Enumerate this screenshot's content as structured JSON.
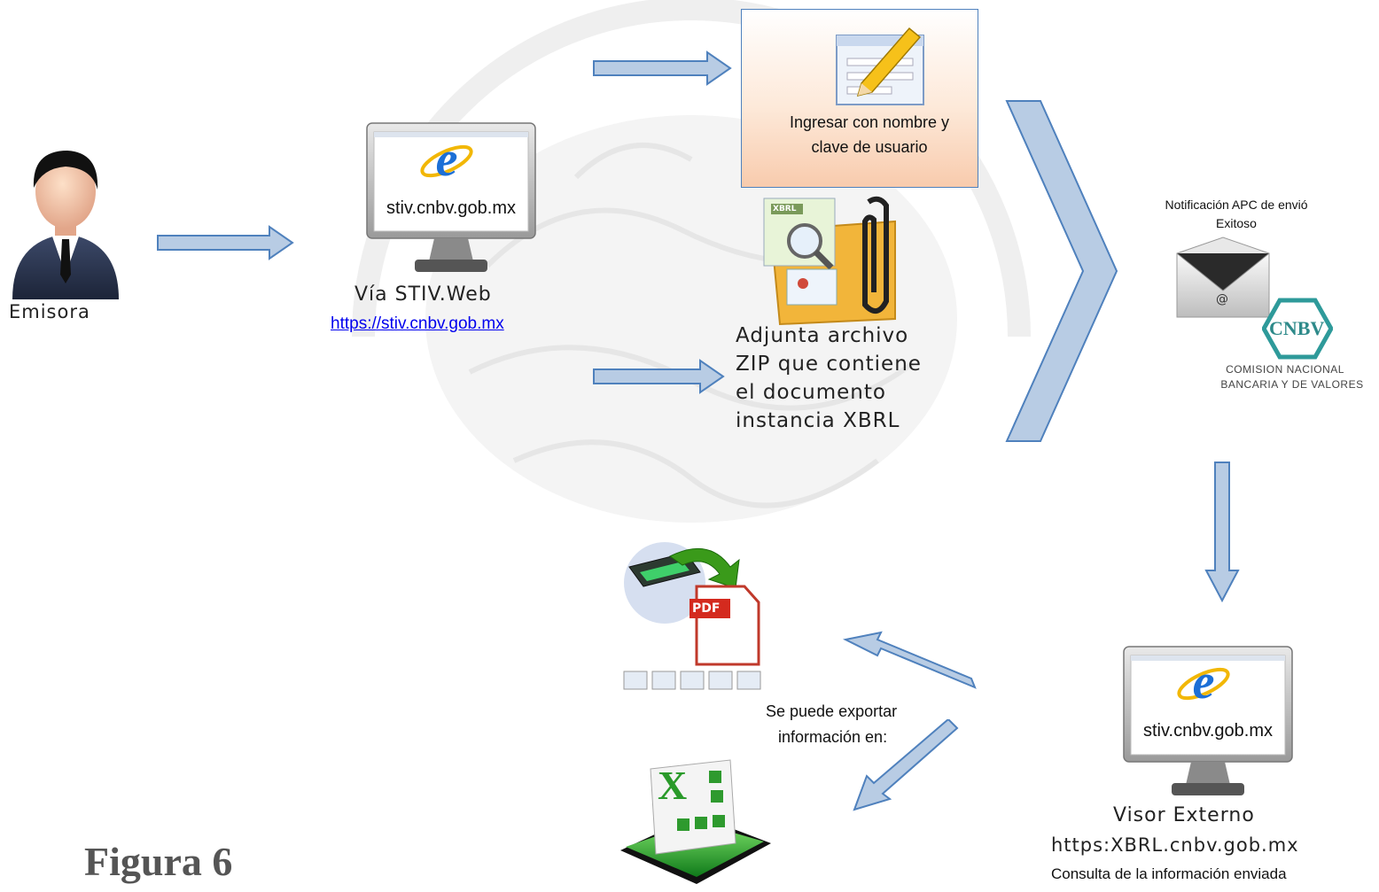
{
  "figure_label": "Figura 6",
  "emisora": {
    "label": "Emisora"
  },
  "stiv": {
    "screen_text": "stiv.cnbv.gob.mx",
    "title": "Vía STIV.Web",
    "url": "https://stiv.cnbv.gob.mx"
  },
  "login": {
    "text_line1": "Ingresar con nombre y",
    "text_line2": "clave de usuario"
  },
  "attach": {
    "xbrl_tag": "XBRL",
    "line1": "Adjunta archivo",
    "line2": "ZIP que contiene",
    "line3": "el documento",
    "line4": "instancia XBRL"
  },
  "notification": {
    "line1": "Notificación APC de envió",
    "line2": "Exitoso",
    "envelope_symbol": "@",
    "cnbv_logo": "CNBV",
    "org_line1": "COMISION NACIONAL",
    "org_line2": "BANCARIA Y DE VALORES"
  },
  "visor": {
    "screen_text": "stiv.cnbv.gob.mx",
    "title": "Visor Externo",
    "url": "https:XBRL.cnbv.gob.mx",
    "caption": "Consulta de la información enviada"
  },
  "export": {
    "line1": "Se puede exportar",
    "line2": "información en:",
    "pdf_label": "PDF",
    "excel_label": "X"
  },
  "colors": {
    "arrow_fill": "#b8cce4",
    "arrow_stroke": "#4f81bd",
    "box_border": "#4f81bd",
    "accent": "#1f4e9a"
  }
}
